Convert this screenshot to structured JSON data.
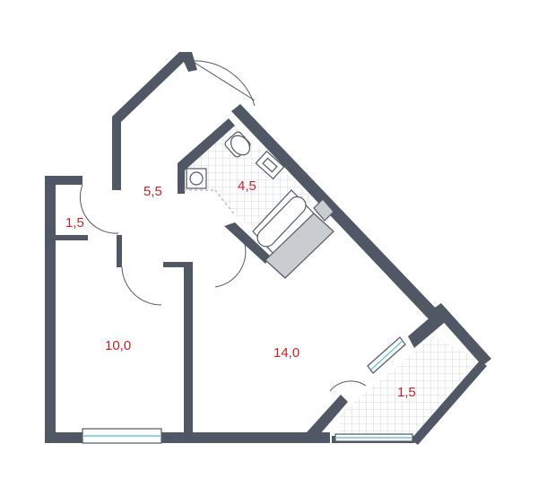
{
  "rooms": [
    {
      "id": "hall",
      "area": "5,5"
    },
    {
      "id": "bathroom",
      "area": "4,5"
    },
    {
      "id": "closet",
      "area": "1,5"
    },
    {
      "id": "bedroom",
      "area": "10,0"
    },
    {
      "id": "living",
      "area": "14,0"
    },
    {
      "id": "balcony",
      "area": "1,5"
    }
  ],
  "colors": {
    "wall": "#4f5864",
    "label": "#c0252a",
    "window": "#6ec3e6",
    "tile": "#c9d0d6"
  }
}
